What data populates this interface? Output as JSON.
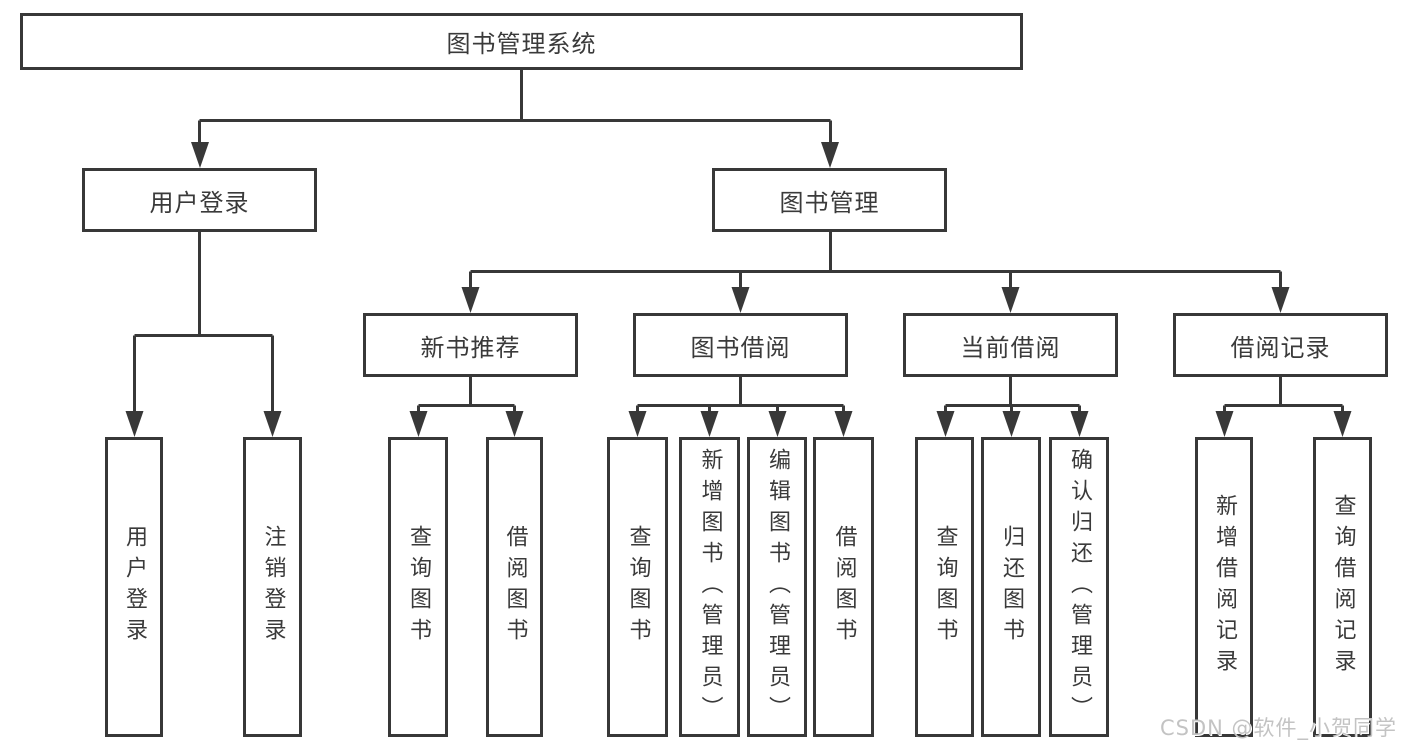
{
  "diagram": {
    "type": "hierarchy-tree",
    "root": "图书管理系统",
    "hierarchy": {
      "图书管理系统": {
        "用户登录": [
          "用户登录",
          "注销登录"
        ],
        "图书管理": {
          "新书推荐": [
            "查询图书",
            "借阅图书"
          ],
          "图书借阅": [
            "查询图书",
            "新增图书（管理员）",
            "编辑图书（管理员）",
            "借阅图书"
          ],
          "当前借阅": [
            "查询图书",
            "归还图书",
            "确认归还（管理员）"
          ],
          "借阅记录": [
            "新增借阅记录",
            "查询借阅记录"
          ]
        }
      }
    }
  },
  "nodes": [
    {
      "id": "root",
      "label": "图书管理系统",
      "level": 1
    },
    {
      "id": "user-login",
      "label": "用户登录",
      "level": 2
    },
    {
      "id": "book-management",
      "label": "图书管理",
      "level": 2
    },
    {
      "id": "new-book-recommend",
      "label": "新书推荐",
      "level": 3
    },
    {
      "id": "book-borrowing",
      "label": "图书借阅",
      "level": 3
    },
    {
      "id": "current-borrowing",
      "label": "当前借阅",
      "level": 3
    },
    {
      "id": "borrowing-records",
      "label": "借阅记录",
      "level": 3
    },
    {
      "id": "leaf-user-login",
      "label": "用户登录",
      "level": 4
    },
    {
      "id": "leaf-logout",
      "label": "注销登录",
      "level": 4
    },
    {
      "id": "leaf-query-books-1",
      "label": "查询图书",
      "level": 4
    },
    {
      "id": "leaf-borrow-books-1",
      "label": "借阅图书",
      "level": 4
    },
    {
      "id": "leaf-query-books-2",
      "label": "查询图书",
      "level": 4
    },
    {
      "id": "leaf-add-books-admin",
      "label": "新增图书（管理员）",
      "level": 4
    },
    {
      "id": "leaf-edit-books-admin",
      "label": "编辑图书（管理员）",
      "level": 4
    },
    {
      "id": "leaf-borrow-books-2",
      "label": "借阅图书",
      "level": 4
    },
    {
      "id": "leaf-query-books-3",
      "label": "查询图书",
      "level": 4
    },
    {
      "id": "leaf-return-books",
      "label": "归还图书",
      "level": 4
    },
    {
      "id": "leaf-confirm-return-admin",
      "label": "确认归还（管理员）",
      "level": 4
    },
    {
      "id": "leaf-add-borrow-record",
      "label": "新增借阅记录",
      "level": 4
    },
    {
      "id": "leaf-query-borrow-record",
      "label": "查询借阅记录",
      "level": 4
    }
  ],
  "watermark": "CSDN @软件_小贺同学",
  "colors": {
    "line": "#383838",
    "box_border": "#383838",
    "text": "#3a3a3a",
    "background": "#ffffff",
    "watermark": "#c3c3c3"
  }
}
